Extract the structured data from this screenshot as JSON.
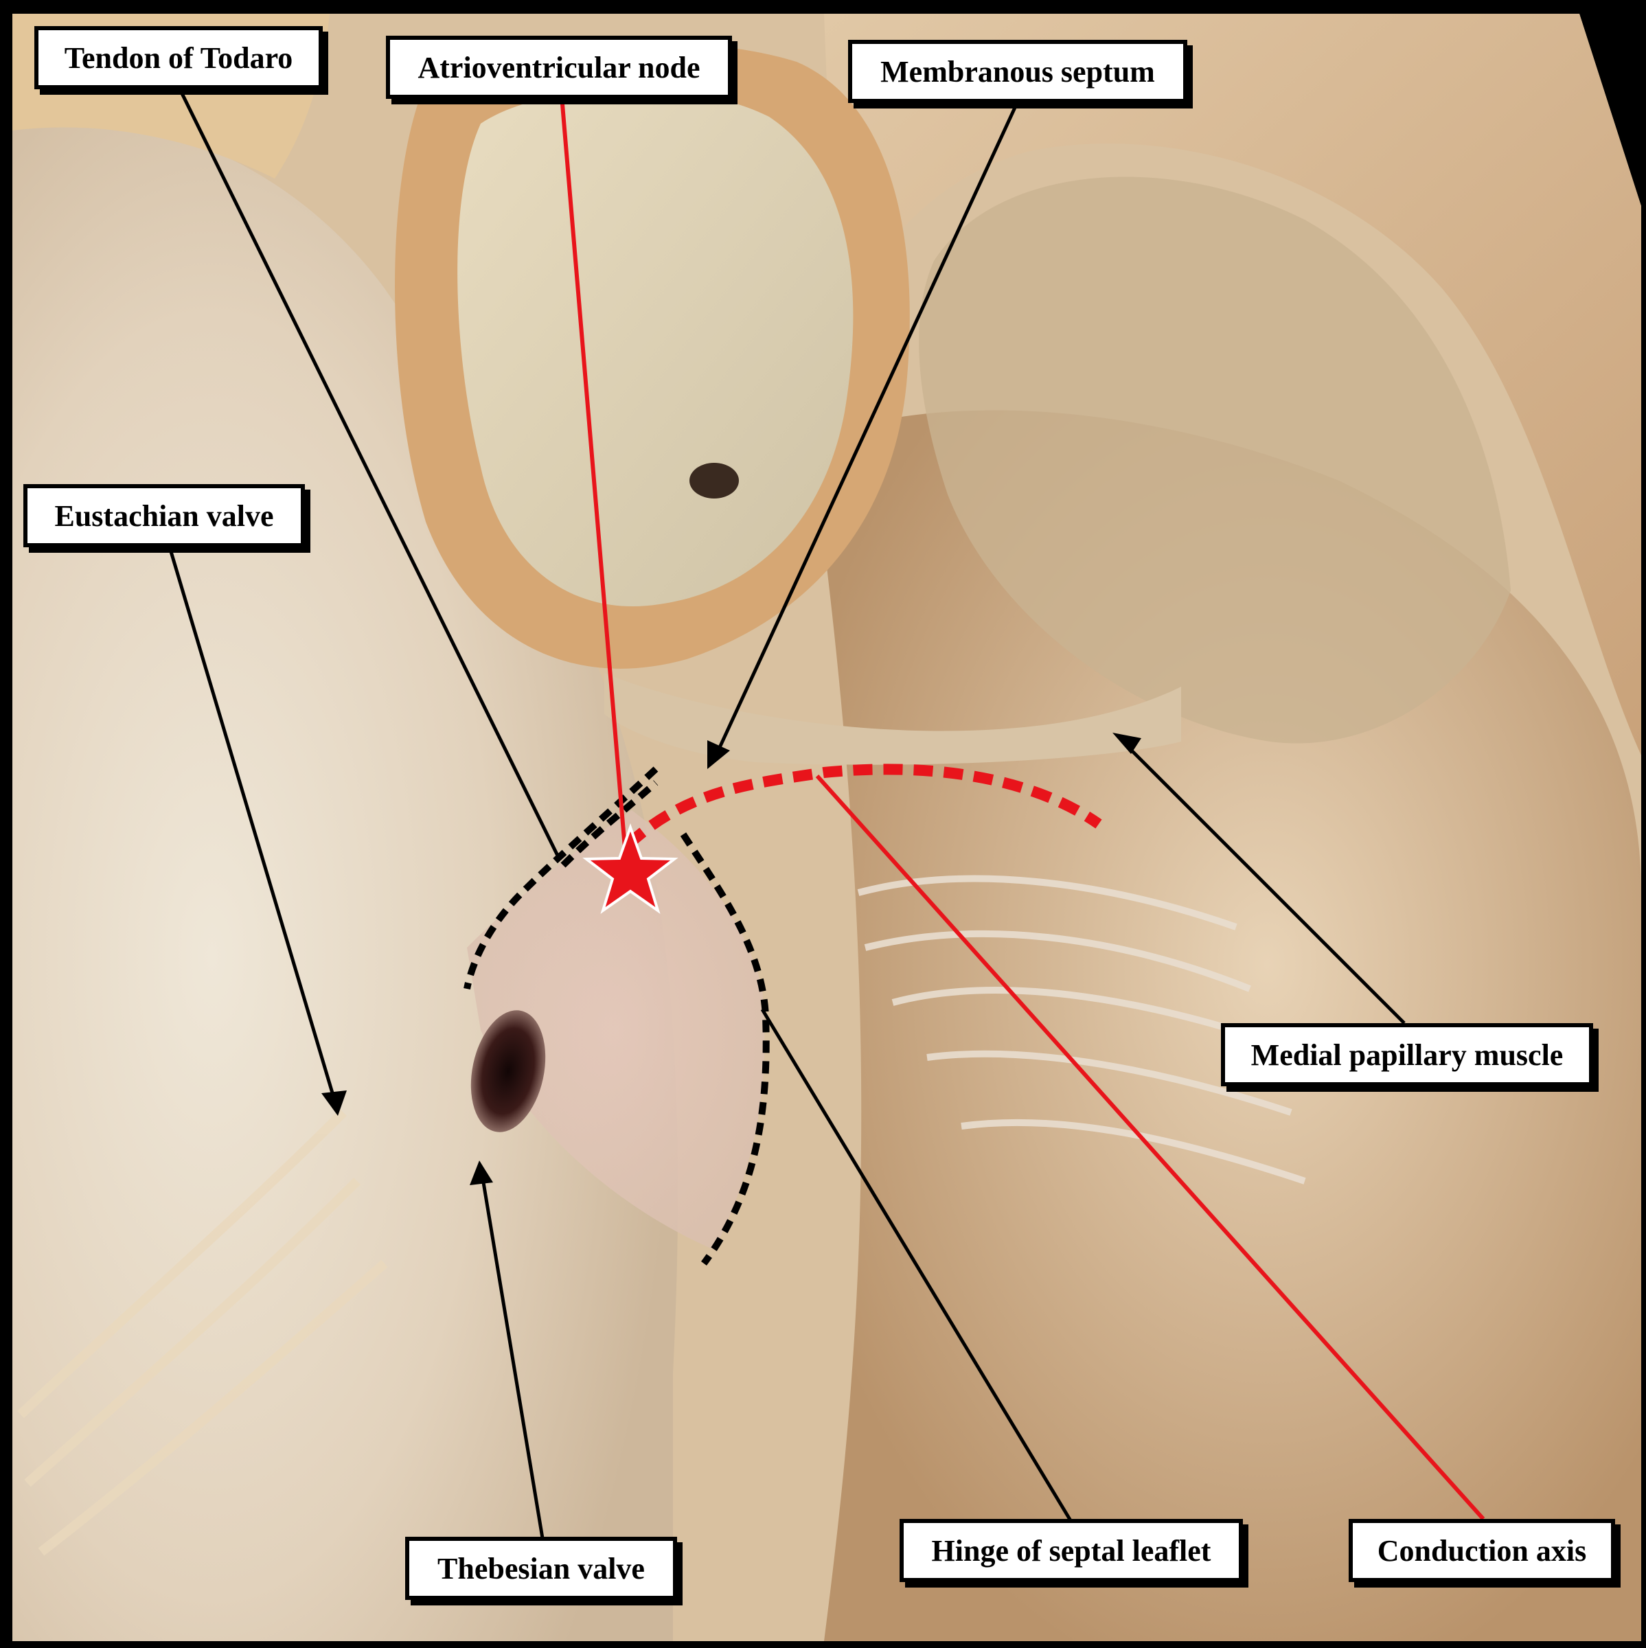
{
  "figure": {
    "description_free": true,
    "colors": {
      "background": "#000000",
      "leader_line": "#000000",
      "conduction_marker": "#e8141b",
      "label_fill": "#ffffff"
    },
    "icons": [
      "star-marker-icon"
    ]
  },
  "labels": {
    "tendon_of_todaro": "Tendon of Todaro",
    "atrioventricular_node": "Atrioventricular node",
    "membranous_septum": "Membranous septum",
    "eustachian_valve": "Eustachian valve",
    "medial_papillary_muscle": "Medial papillary muscle",
    "thebesian_valve": "Thebesian valve",
    "hinge_of_septal_leaflet": "Hinge of septal leaflet",
    "conduction_axis": "Conduction axis"
  }
}
